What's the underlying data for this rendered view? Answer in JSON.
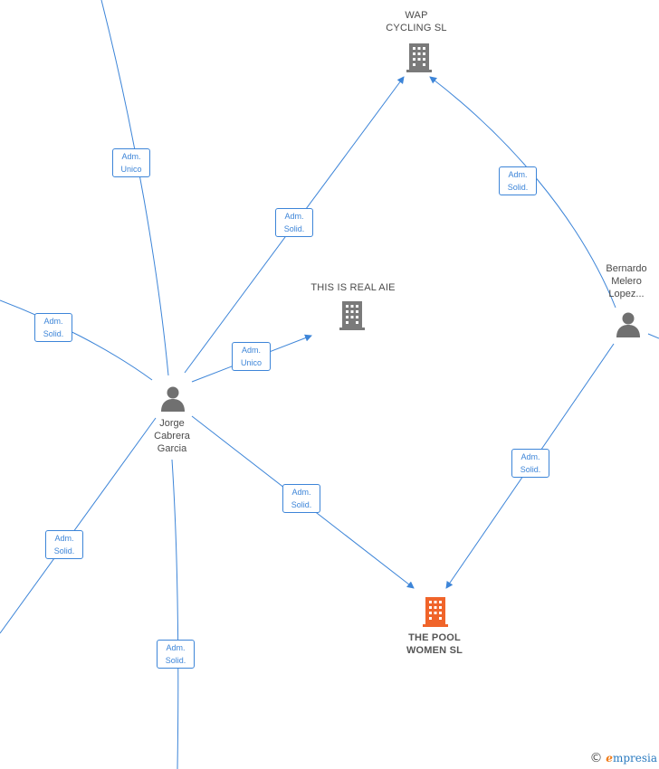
{
  "nodes": {
    "wap": {
      "label": "WAP\nCYCLING SL"
    },
    "thisisreal": {
      "label": "THIS IS REAL AIE"
    },
    "bernardo": {
      "label": "Bernardo\nMelero\nLopez..."
    },
    "jorge": {
      "label": "Jorge\nCabrera\nGarcia"
    },
    "thepool": {
      "label": "THE POOL\nWOMEN SL"
    }
  },
  "edges": [
    {
      "id": "e-top",
      "role_line1": "Adm.",
      "role_line2": "Unico"
    },
    {
      "id": "e-wap",
      "role_line1": "Adm.",
      "role_line2": "Solid."
    },
    {
      "id": "e-left-upper",
      "role_line1": "Adm.",
      "role_line2": "Solid."
    },
    {
      "id": "e-thisisreal",
      "role_line1": "Adm.",
      "role_line2": "Unico"
    },
    {
      "id": "e-bern-wap",
      "role_line1": "Adm.",
      "role_line2": "Solid."
    },
    {
      "id": "e-bern-pool",
      "role_line1": "Adm.",
      "role_line2": "Solid."
    },
    {
      "id": "e-jorge-pool",
      "role_line1": "Adm.",
      "role_line2": "Solid."
    },
    {
      "id": "e-left-lower",
      "role_line1": "Adm.",
      "role_line2": "Solid."
    },
    {
      "id": "e-bottom",
      "role_line1": "Adm.",
      "role_line2": "Solid."
    }
  ],
  "colors": {
    "edge": "#3d85d8",
    "building": "#7a7a7a",
    "building_focus": "#f0642a",
    "person": "#707070"
  },
  "branding": {
    "copyright_symbol": "©",
    "brand_initial": "e",
    "brand_rest": "mpresia"
  }
}
